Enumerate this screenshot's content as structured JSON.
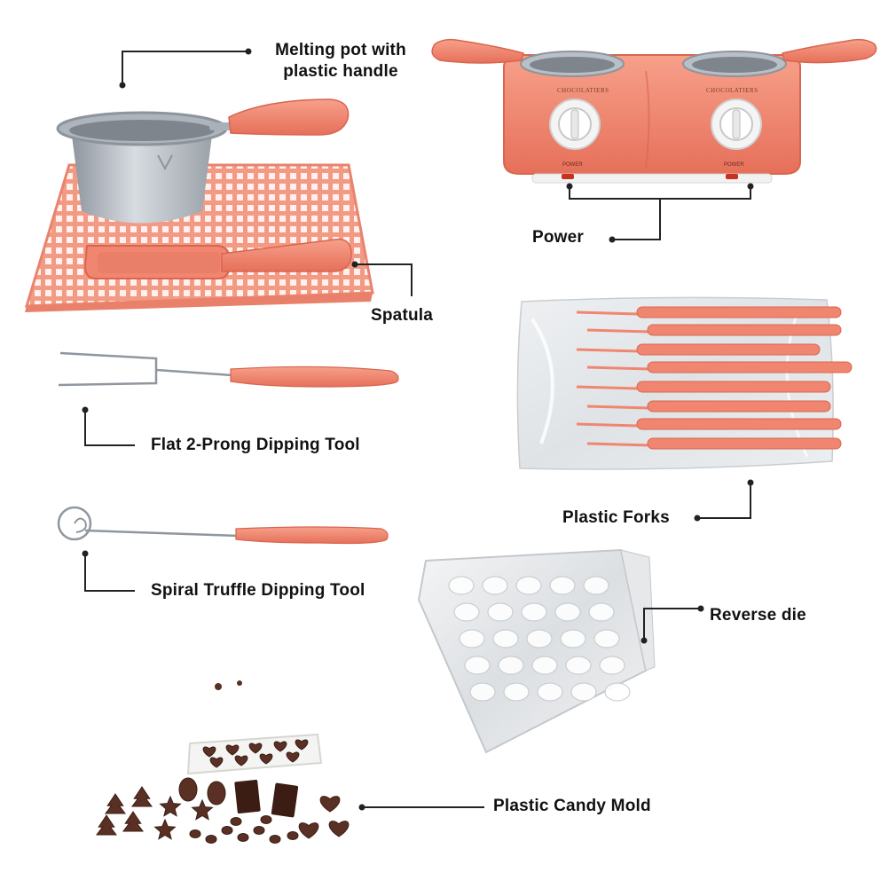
{
  "labels": {
    "melting_pot_line1": "Melting pot with",
    "melting_pot_line2": "plastic handle",
    "power": "Power",
    "spatula": "Spatula",
    "flat_fork": "Flat 2-Prong Dipping Tool",
    "plastic_forks": "Plastic Forks",
    "spiral_tool": "Spiral Truffle Dipping Tool",
    "reverse_die": "Reverse die",
    "candy_mold": "Plastic Candy Mold"
  },
  "device": {
    "brand_left": "CHOCOLATIERS",
    "brand_right": "CHOCOLATIERS",
    "switch_left": "POWER",
    "switch_right": "POWER"
  },
  "colors": {
    "coral": "#f08670",
    "coral_dark": "#d9654f",
    "coral_light": "#f7a690",
    "steel": "#b9bfc6",
    "steel_dark": "#8d949c",
    "chocolate": "#5a3024",
    "chocolate_dark": "#3b1d14",
    "leader": "#222222"
  }
}
